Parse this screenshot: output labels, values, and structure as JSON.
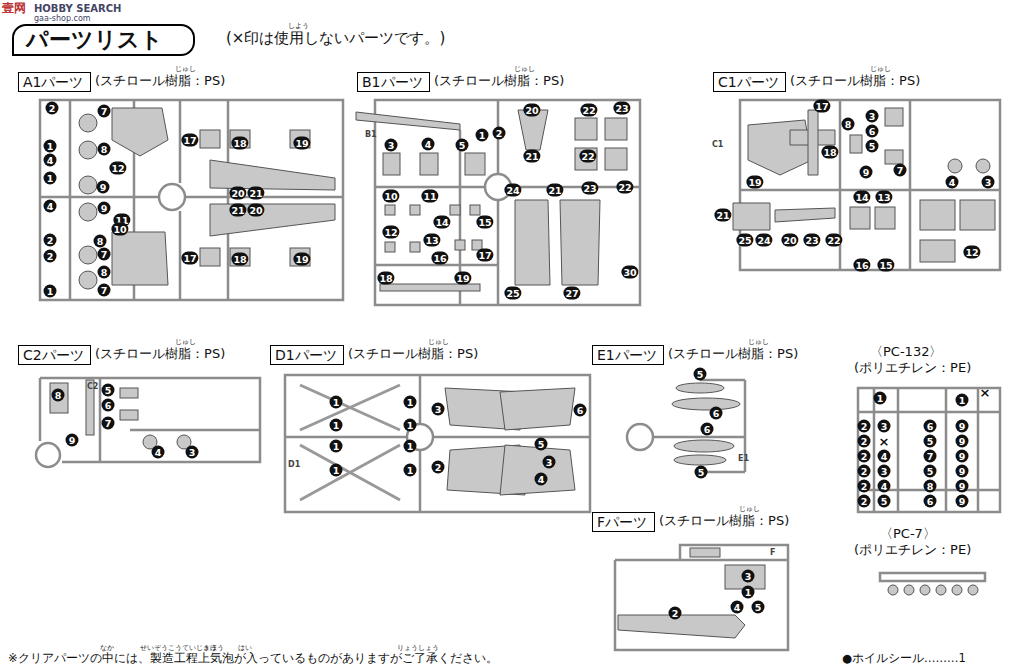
{
  "diagram": {
    "title": "パーツリスト",
    "nodes": [
      {
        "text": [
          "A1パーツ"
        ]
      },
      {
        "text": [
          "B1パーツ"
        ]
      },
      {
        "text": [
          "C1パーツ"
        ]
      },
      {
        "text": [
          "C2パーツ"
        ]
      },
      {
        "text": [
          "D1パーツ"
        ]
      },
      {
        "text": [
          "E1パーツ"
        ]
      },
      {
        "text": [
          "Fパーツ"
        ]
      }
    ],
    "labels": [
      "壹网",
      "HOBBY SEARCH",
      "gaa-shop.com",
      "(×印は使用しないパーツです。)",
      "しよう",
      "(スチロール樹脂：PS)",
      "じゅし",
      "(スチロール樹脂：PS)",
      "じゅし",
      "(スチロール樹脂：PS)",
      "じゅし",
      "(スチロール樹脂：PS)",
      "じゅし",
      "(スチロール樹脂：PS)",
      "じゅし",
      "(スチロール樹脂：PS)",
      "じゅし",
      "(スチロール樹脂：PS)",
      "じゅし",
      "〈PC-132〉",
      "(ポリエチレン：PE)",
      "〈PC-7〉",
      "(ポリエチレン：PE)",
      "※クリアパーツの中には、製造工程上気泡が入っているものがありますがご了承ください。",
      "なか",
      "せいぞうこうていじょう",
      "きほう",
      "はい",
      "りょうしょう",
      "●ホイルシール………1",
      "B1",
      "C1",
      "C2",
      "D1",
      "E1",
      "F",
      "2",
      "7",
      "1",
      "8",
      "4",
      "12",
      "1",
      "9",
      "4",
      "9",
      "11",
      "10",
      "8",
      "2",
      "2",
      "7",
      "8",
      "1",
      "7",
      "17",
      "18",
      "19",
      "20",
      "21",
      "21",
      "20",
      "17",
      "18",
      "19",
      "20",
      "22",
      "23",
      "1",
      "2",
      "3",
      "4",
      "5",
      "21",
      "22",
      "24",
      "21",
      "23",
      "22",
      "10",
      "11",
      "14",
      "15",
      "12",
      "13",
      "16",
      "17",
      "18",
      "19",
      "25",
      "27",
      "30",
      "17",
      "8",
      "3",
      "6",
      "5",
      "18",
      "9",
      "7",
      "4",
      "3",
      "19",
      "21",
      "14",
      "13",
      "25",
      "24",
      "20",
      "23",
      "22",
      "16",
      "15",
      "12",
      "8",
      "5",
      "6",
      "7",
      "9",
      "4",
      "3",
      "1",
      "1",
      "1",
      "1",
      "1",
      "1",
      "1",
      "1",
      "3",
      "6",
      "2",
      "5",
      "3",
      "4",
      "5",
      "6",
      "6",
      "5",
      "3",
      "1",
      "2",
      "4",
      "5",
      "1",
      "×",
      "1",
      "2",
      "3",
      "6",
      "9",
      "2",
      "×",
      "5",
      "9",
      "2",
      "4",
      "7",
      "9",
      "2",
      "3",
      "5",
      "9",
      "2",
      "4",
      "8",
      "9",
      "2",
      "5",
      "6",
      "9"
    ]
  }
}
